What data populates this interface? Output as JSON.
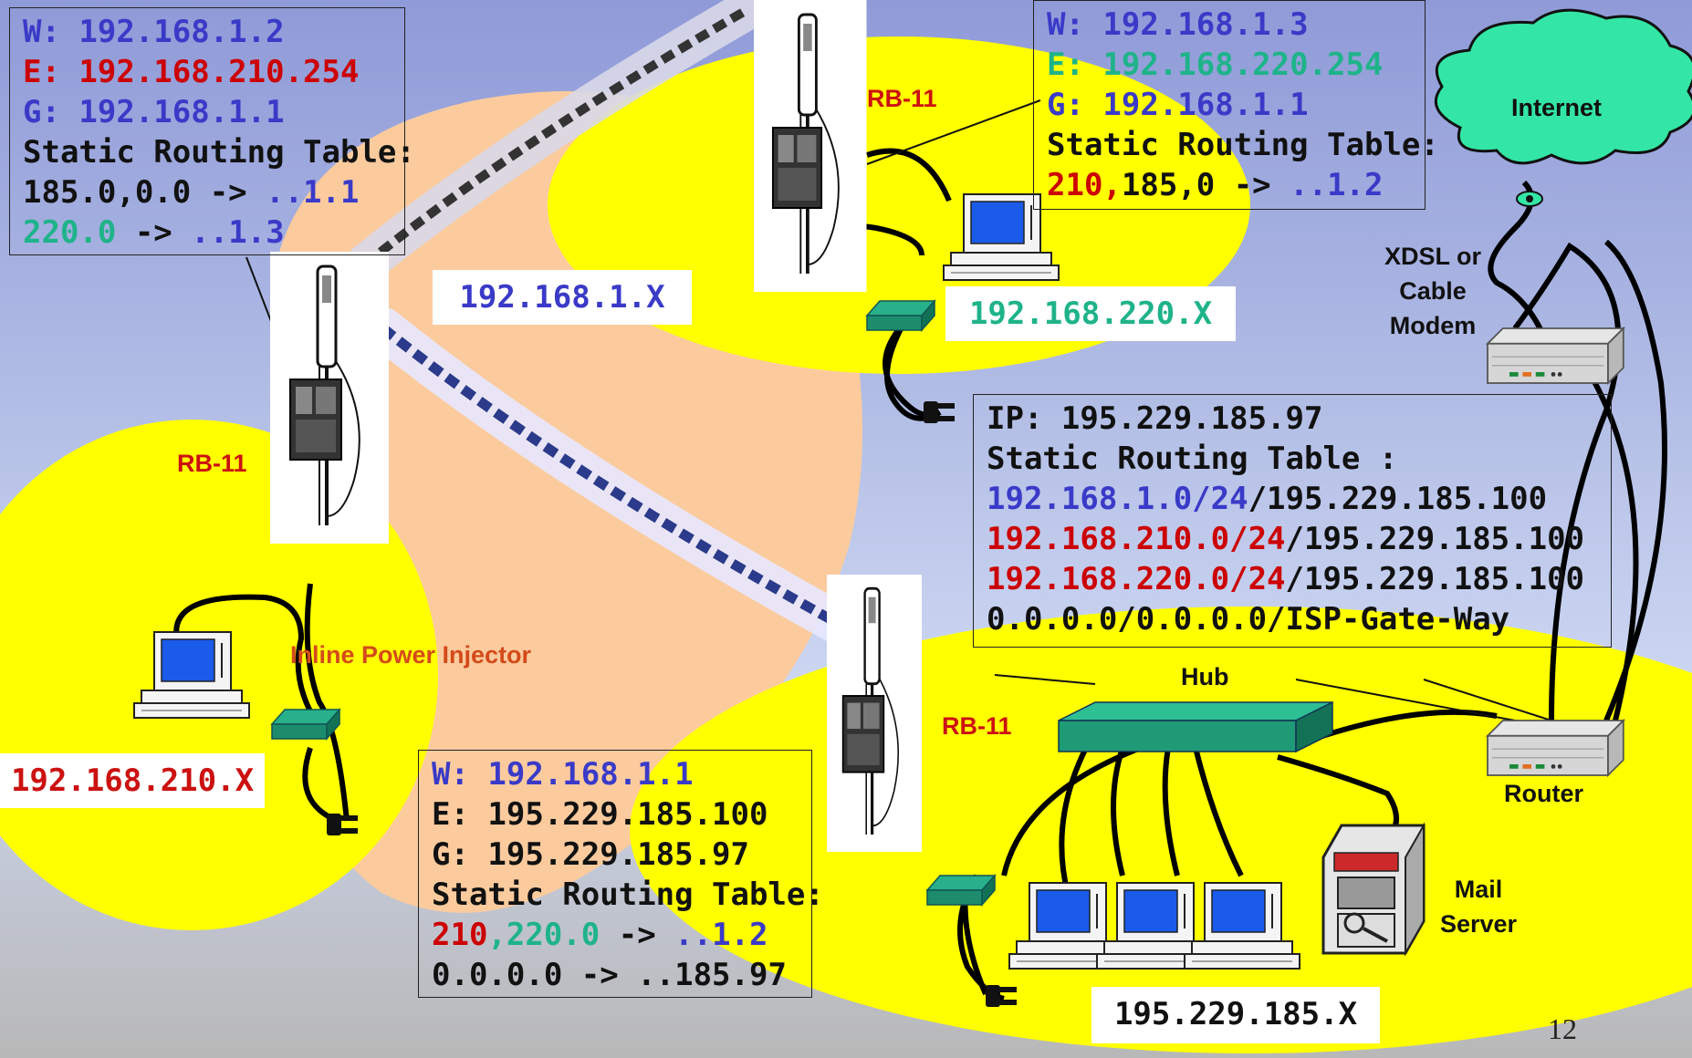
{
  "colors": {
    "cell_fill": "#ffff00",
    "backbone_fill": "#fbcb9e",
    "wireless_blue": "#2b3a8a",
    "switch_green": "#1f9a77",
    "cloud_green": "#33e6a5",
    "w_line": "#3a3ac8",
    "e_line": "#cc0000",
    "teal_text": "#1fb38a"
  },
  "icons": [
    "antenna-icon",
    "computer-icon",
    "switch-icon",
    "power-plug-icon",
    "cloud-icon",
    "modem-icon",
    "router-icon",
    "hub-icon",
    "mail-server-icon",
    "wireless-link-icon"
  ],
  "box1": {
    "w": "W: 192.168.1.2",
    "e": "E: 192.168.210.254",
    "g": "G: 192.168.1.1",
    "srt": "Static Routing Table:",
    "r1": "185.0,0.0 -> ",
    "r1b": "..1.1",
    "r2a": "220.0",
    "r2b": " -> ",
    "r2c": "..1.3"
  },
  "box2": {
    "w": "W: 192.168.1.3",
    "e": "E: 192.168.220.254",
    "g": "G: 192.168.1.1",
    "srt": "Static Routing Table:",
    "r1a": "210,",
    "r1b": "185,0 -> ",
    "r1c": "..1.2"
  },
  "box3": {
    "ip": "IP: 195.229.185.97",
    "srt": "Static Routing Table :",
    "r1a": "192.168.1.0/24",
    "r1b": "/195.229.185.100",
    "r2a": "192.168.210.0/24",
    "r2b": "/195.229.185.100",
    "r3a": "192.168.220.0/24",
    "r3b": "/195.229.185.100",
    "r4": "0.0.0.0/0.0.0.0/ISP-Gate-Way"
  },
  "box4": {
    "w": "W: 192.168.1.1",
    "e": "E: 195.229.185.100",
    "g": "G: 195.229.185.97",
    "srt": "Static Routing Table:",
    "r1a": "210",
    "r1b": ",220.0",
    "r1c": " -> ",
    "r1d": "..1.2",
    "r2": "0.0.0.0 -> ..185.97"
  },
  "networks": {
    "backbone": "192.168.1.X",
    "n220": "192.168.220.X",
    "n210": "192.168.210.X",
    "n185": "195.229.185.X"
  },
  "labels": {
    "rb_top": "RB-11",
    "rb_left": "RB-11",
    "rb_bottom": "RB-11",
    "injector": "Inline Power Injector",
    "internet": "Internet",
    "modem": [
      "XDSL or",
      "Cable",
      "Modem"
    ],
    "hub": "Hub",
    "router": "Router",
    "mail": [
      "Mail",
      "Server"
    ]
  },
  "page_number": "12"
}
